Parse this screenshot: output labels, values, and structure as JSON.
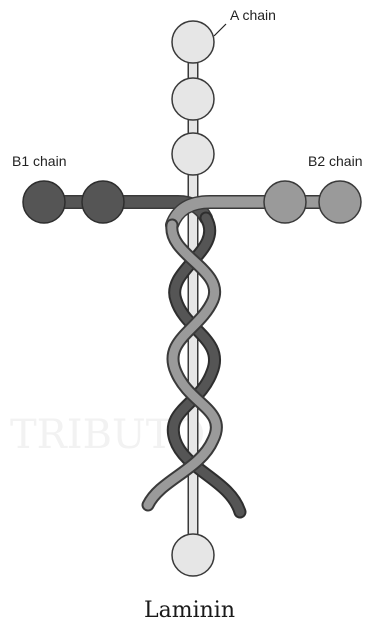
{
  "labels": {
    "a_chain": "A chain",
    "b1_chain": "B1 chain",
    "b2_chain": "B2 chain",
    "caption": "Laminin",
    "watermark": "TRIBUTO"
  },
  "colors": {
    "a_chain": "#e6e6e6",
    "b1_chain": "#555555",
    "b2_chain": "#9a9a9a",
    "outline": "#3a3a3a"
  }
}
